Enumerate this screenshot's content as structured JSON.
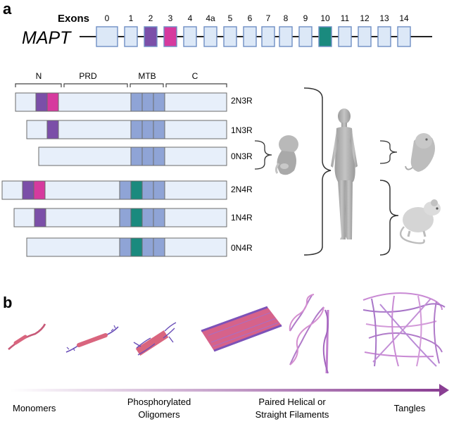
{
  "panel_a": {
    "label": "a",
    "gene_label": "MAPT",
    "exons_title": "Exons",
    "exons": [
      {
        "label": "0",
        "color": "#dce8f7"
      },
      {
        "label": "1",
        "color": "#dce8f7"
      },
      {
        "label": "2",
        "color": "#7b4fa8"
      },
      {
        "label": "3",
        "color": "#d63a9e"
      },
      {
        "label": "4",
        "color": "#dce8f7"
      },
      {
        "label": "4a",
        "color": "#dce8f7"
      },
      {
        "label": "5",
        "color": "#dce8f7"
      },
      {
        "label": "6",
        "color": "#dce8f7"
      },
      {
        "label": "7",
        "color": "#dce8f7"
      },
      {
        "label": "8",
        "color": "#dce8f7"
      },
      {
        "label": "9",
        "color": "#dce8f7"
      },
      {
        "label": "10",
        "color": "#1a8a7e"
      },
      {
        "label": "11",
        "color": "#dce8f7"
      },
      {
        "label": "12",
        "color": "#dce8f7"
      },
      {
        "label": "13",
        "color": "#dce8f7"
      },
      {
        "label": "14",
        "color": "#dce8f7"
      }
    ],
    "domains": [
      {
        "label": "N"
      },
      {
        "label": "PRD"
      },
      {
        "label": "MTB"
      },
      {
        "label": "C"
      }
    ],
    "isoforms": [
      {
        "label": "2N3R",
        "n_inserts": 2,
        "repeats": 3
      },
      {
        "label": "1N3R",
        "n_inserts": 1,
        "repeats": 3
      },
      {
        "label": "0N3R",
        "n_inserts": 0,
        "repeats": 3
      },
      {
        "label": "2N4R",
        "n_inserts": 2,
        "repeats": 4
      },
      {
        "label": "1N4R",
        "n_inserts": 1,
        "repeats": 4
      },
      {
        "label": "0N4R",
        "n_inserts": 0,
        "repeats": 4
      }
    ],
    "colors": {
      "box_fill": "#e7effa",
      "box_stroke": "#6b6b6b",
      "n1": "#7b4fa8",
      "n2": "#d63a9e",
      "repeat": "#8fa4d6",
      "r2": "#1a8a7e"
    }
  },
  "panel_b": {
    "label": "b",
    "stages": [
      {
        "line1": "Monomers",
        "line2": ""
      },
      {
        "line1": "Phosphorylated",
        "line2": "Oligomers"
      },
      {
        "line1": "Paired Helical or",
        "line2": "Straight Filaments"
      },
      {
        "line1": "Tangles",
        "line2": ""
      }
    ],
    "arrow_color": "#8a3f93",
    "tau_color": "#d9657e",
    "phos_color": "#6a4fb8"
  }
}
